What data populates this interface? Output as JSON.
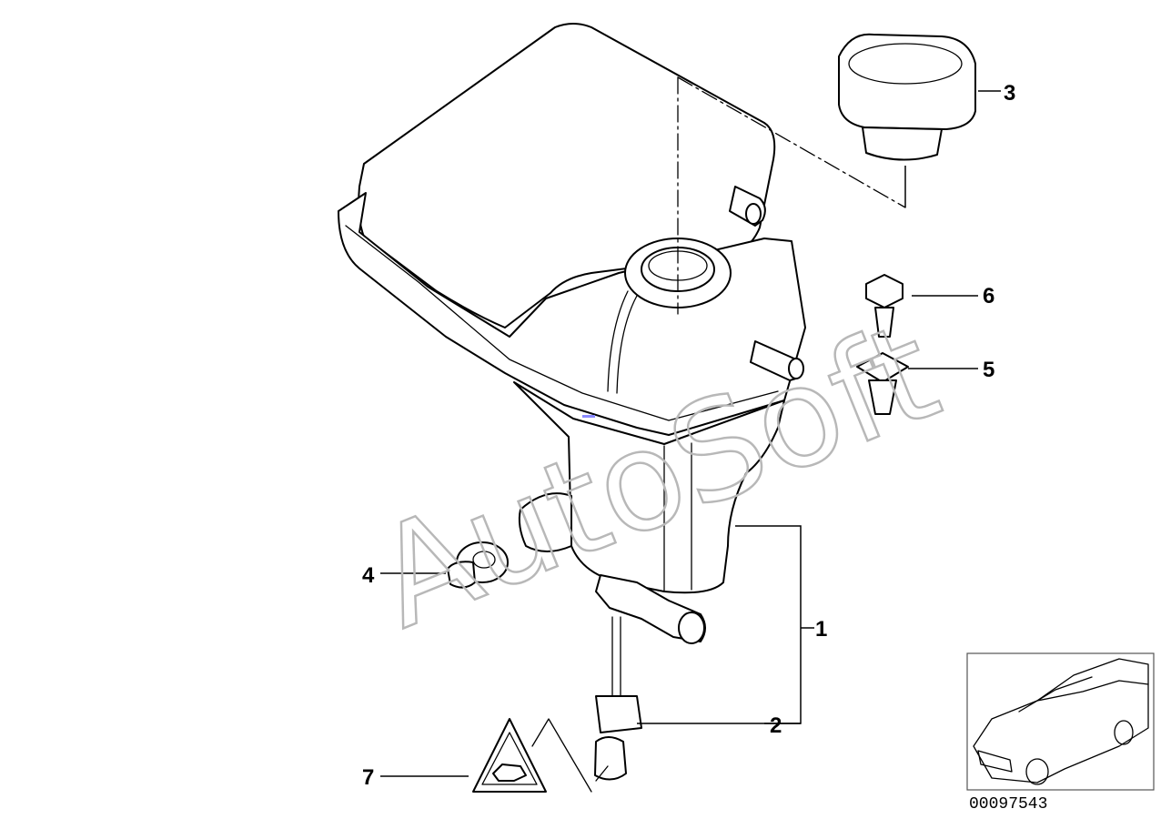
{
  "watermark": "AutoSoft",
  "reference_number": "00097543",
  "callouts": [
    {
      "id": "1",
      "text": "1"
    },
    {
      "id": "2",
      "text": "2"
    },
    {
      "id": "3",
      "text": "3"
    },
    {
      "id": "4",
      "text": "4"
    },
    {
      "id": "5",
      "text": "5"
    },
    {
      "id": "6",
      "text": "6"
    },
    {
      "id": "7",
      "text": "7"
    }
  ]
}
